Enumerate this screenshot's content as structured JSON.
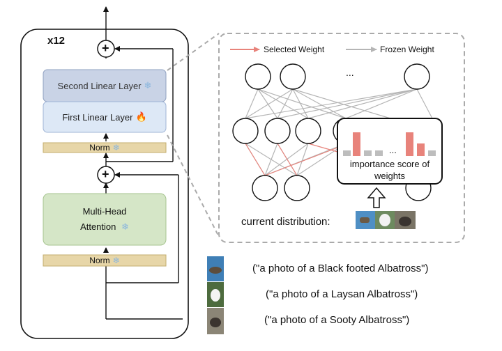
{
  "block": {
    "repeat": "x12",
    "second_linear": "Second Linear Layer",
    "first_linear": "First Linear Layer",
    "norm_top": "Norm",
    "attention_line1": "Multi-Head",
    "attention_line2": "Attention",
    "norm_bottom": "Norm",
    "add_symbol": "+",
    "frozen_icon": "snowflake-icon",
    "trainable_icon": "fire-icon"
  },
  "zoom": {
    "legend_selected": "Selected Weight",
    "legend_frozen": "Frozen Weight",
    "ellipsis": "...",
    "score_label_line1": "importance score of",
    "score_label_line2": "weights",
    "current_distribution": "current distribution:"
  },
  "captions": [
    "(\"a photo of a Black footed Albatross\")",
    "(\"a photo of a Laysan Albatross\")",
    "(\"a photo of a Sooty Albatross\")"
  ],
  "colors": {
    "selected": "#e8837b",
    "frozen": "#b5b5b5",
    "linear_second": "#c9d3e6",
    "linear_first": "#dde8f6",
    "norm": "#e7d6a8",
    "attention": "#d5e6c7"
  }
}
